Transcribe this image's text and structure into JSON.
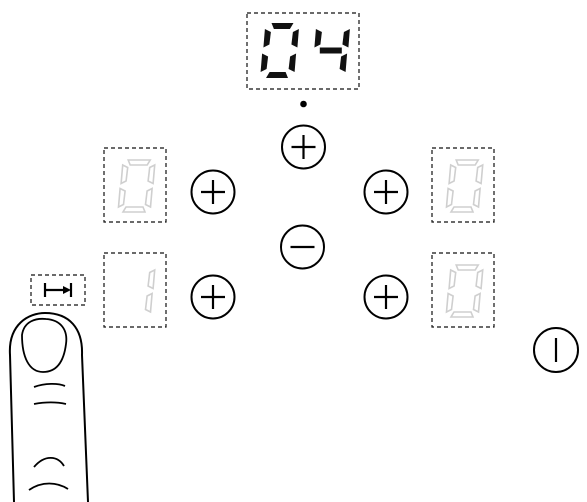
{
  "timer_display": {
    "value": "04",
    "dot_icon": "dot-indicator-icon"
  },
  "zones": [
    {
      "id": "top-left",
      "value": "0"
    },
    {
      "id": "bottom-left",
      "value": "1"
    },
    {
      "id": "top-right",
      "value": "0"
    },
    {
      "id": "bottom-right",
      "value": "0"
    }
  ],
  "controls": {
    "timer_plus_icon": "plus-icon",
    "timer_minus_icon": "minus-icon",
    "zone_plus_icon": "plus-icon",
    "timer_select_icon": "timer-select-icon",
    "power_icon": "power-icon",
    "finger_icon": "finger-icon"
  },
  "colors": {
    "segment_on": "#111111",
    "segment_off": "#cfcfcf",
    "stroke": "#000000"
  }
}
